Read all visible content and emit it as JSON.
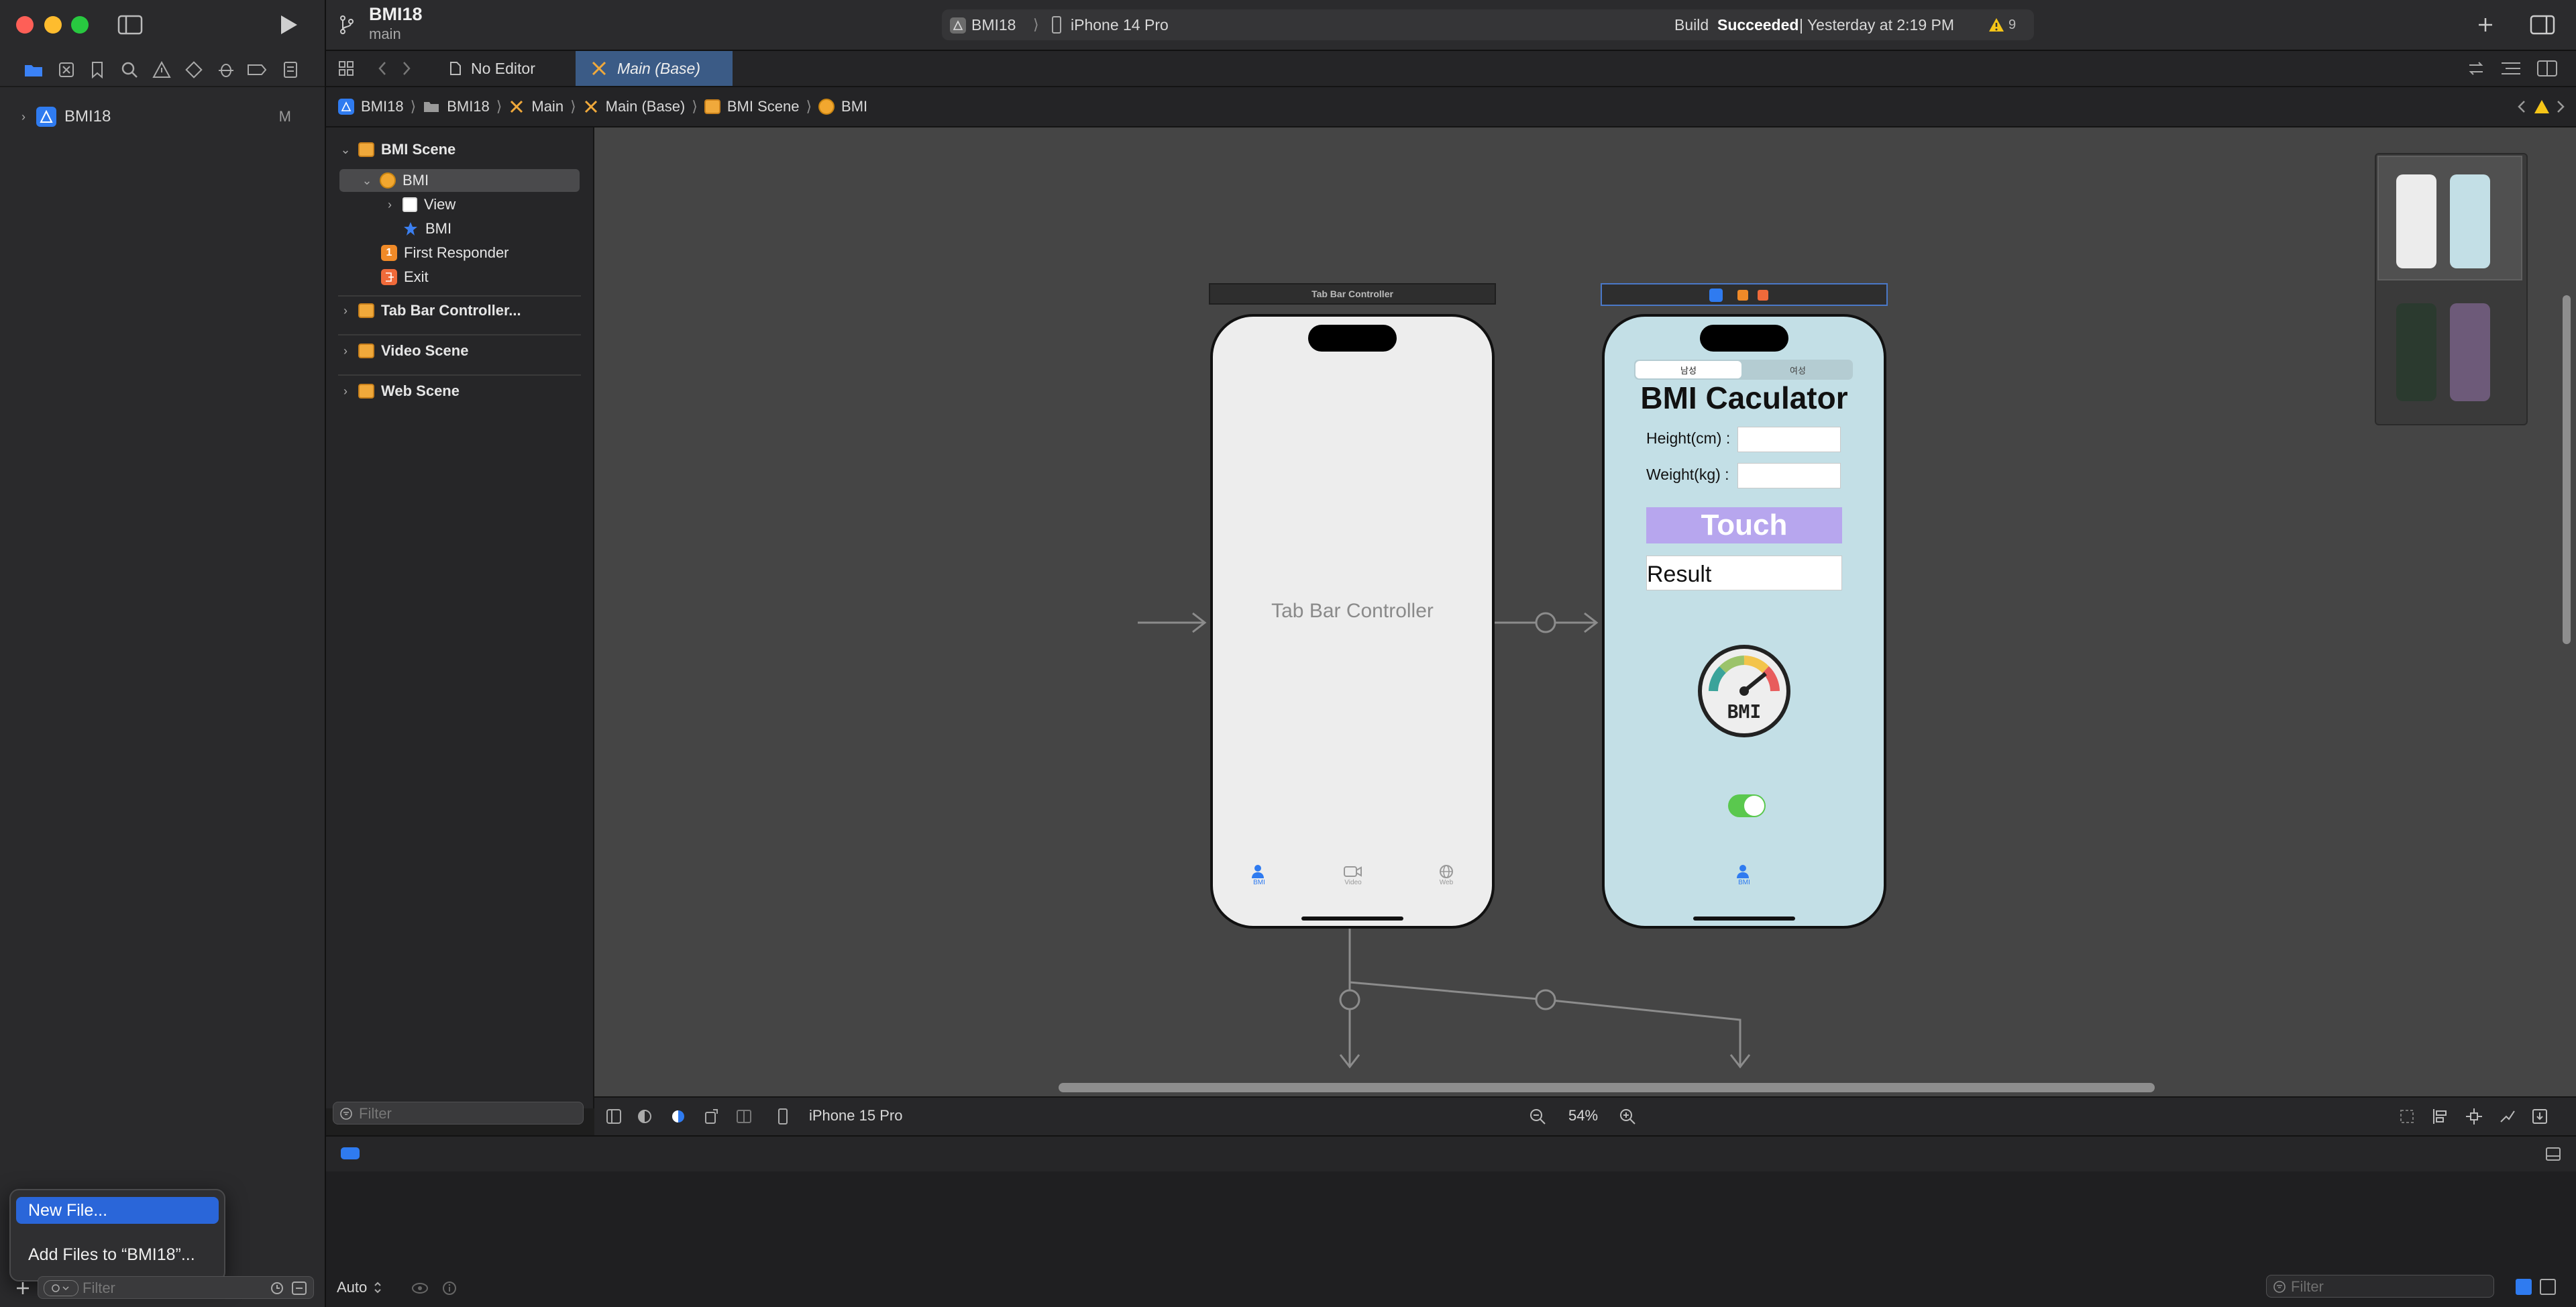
{
  "window": {
    "project_name": "BMI18",
    "branch": "main",
    "scheme": "BMI18",
    "device": "iPhone 14 Pro",
    "build_status_prefix": "Build",
    "build_status_result": "Succeeded",
    "build_time": "| Yesterday at 2:19 PM",
    "warning_count": "9"
  },
  "navigator": {
    "root_item": "BMI18",
    "root_badge": "M",
    "filter_placeholder": "Filter"
  },
  "tabs": [
    {
      "label": "No Editor",
      "active": false
    },
    {
      "label": "Main (Base)",
      "active": true
    }
  ],
  "jumpbar": [
    "BMI18",
    "BMI18",
    "Main",
    "Main (Base)",
    "BMI Scene",
    "BMI"
  ],
  "outline": {
    "items": [
      "BMI Scene",
      "BMI",
      "View",
      "BMI",
      "First Responder",
      "Exit",
      "Tab Bar Controller...",
      "Video Scene",
      "Web Scene"
    ],
    "filter_placeholder": "Filter"
  },
  "canvas": {
    "tab_bar_scene_title": "Tab Bar Controller",
    "tab_bar_placeholder": "Tab Bar Controller",
    "tab_items": [
      "BMI",
      "Video",
      "Web"
    ],
    "bmi_scene": {
      "segment_left": "남성",
      "segment_right": "여성",
      "title": "BMI Caculator",
      "height_label": "Height(cm) :",
      "weight_label": "Weight(kg) :",
      "touch_button": "Touch",
      "result_label": "Result",
      "gauge_text": "BMI",
      "tab_label": "BMI",
      "switch_on": true
    }
  },
  "canvas_bottom": {
    "device": "iPhone 15 Pro",
    "zoom": "54%"
  },
  "debug": {
    "auto_label": "Auto",
    "filter_placeholder": "Filter"
  },
  "context_menu": {
    "new_file": "New File...",
    "add_files": "Add Files to “BMI18”..."
  },
  "colors": {
    "accent": "#2f6fd6",
    "scene_bg": "#c3dfe6",
    "touch_bg": "#b7a6ee",
    "switch_on": "#5ac84e"
  }
}
